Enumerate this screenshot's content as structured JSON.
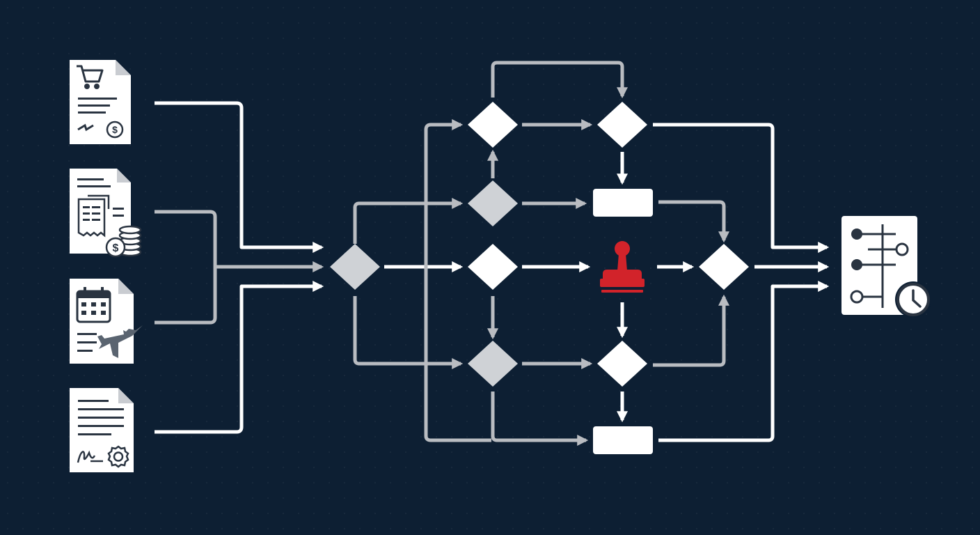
{
  "colors": {
    "background": "#0d1f33",
    "primary_line": "#ffffff",
    "secondary_line": "#b9bcc1",
    "secondary_fill": "#cfd2d6",
    "accent_red": "#d2232a",
    "icon_dark": "#2a3441",
    "icon_mid": "#5a6470"
  },
  "inputs": [
    {
      "icon": "shopping-cart-invoice-icon"
    },
    {
      "icon": "receipt-with-coins-icon"
    },
    {
      "icon": "calendar-travel-booking-icon"
    },
    {
      "icon": "signed-contract-seal-icon"
    }
  ],
  "nodes": {
    "gateway": {
      "shape": "diamond",
      "tone": "secondary"
    },
    "decisions": [
      {
        "name": "decision-top-1",
        "tone": "primary"
      },
      {
        "name": "decision-top-2",
        "tone": "primary"
      },
      {
        "name": "decision-upper-mid",
        "tone": "secondary"
      },
      {
        "name": "decision-center",
        "tone": "primary"
      },
      {
        "name": "decision-lower-1",
        "tone": "secondary"
      },
      {
        "name": "decision-lower-2",
        "tone": "primary"
      },
      {
        "name": "decision-merge",
        "tone": "primary"
      }
    ],
    "tasks": [
      {
        "name": "task-upper"
      },
      {
        "name": "task-lower"
      }
    ],
    "approval": {
      "icon": "rubber-stamp-icon"
    }
  },
  "output": {
    "icon": "timeline-schedule-icon"
  }
}
